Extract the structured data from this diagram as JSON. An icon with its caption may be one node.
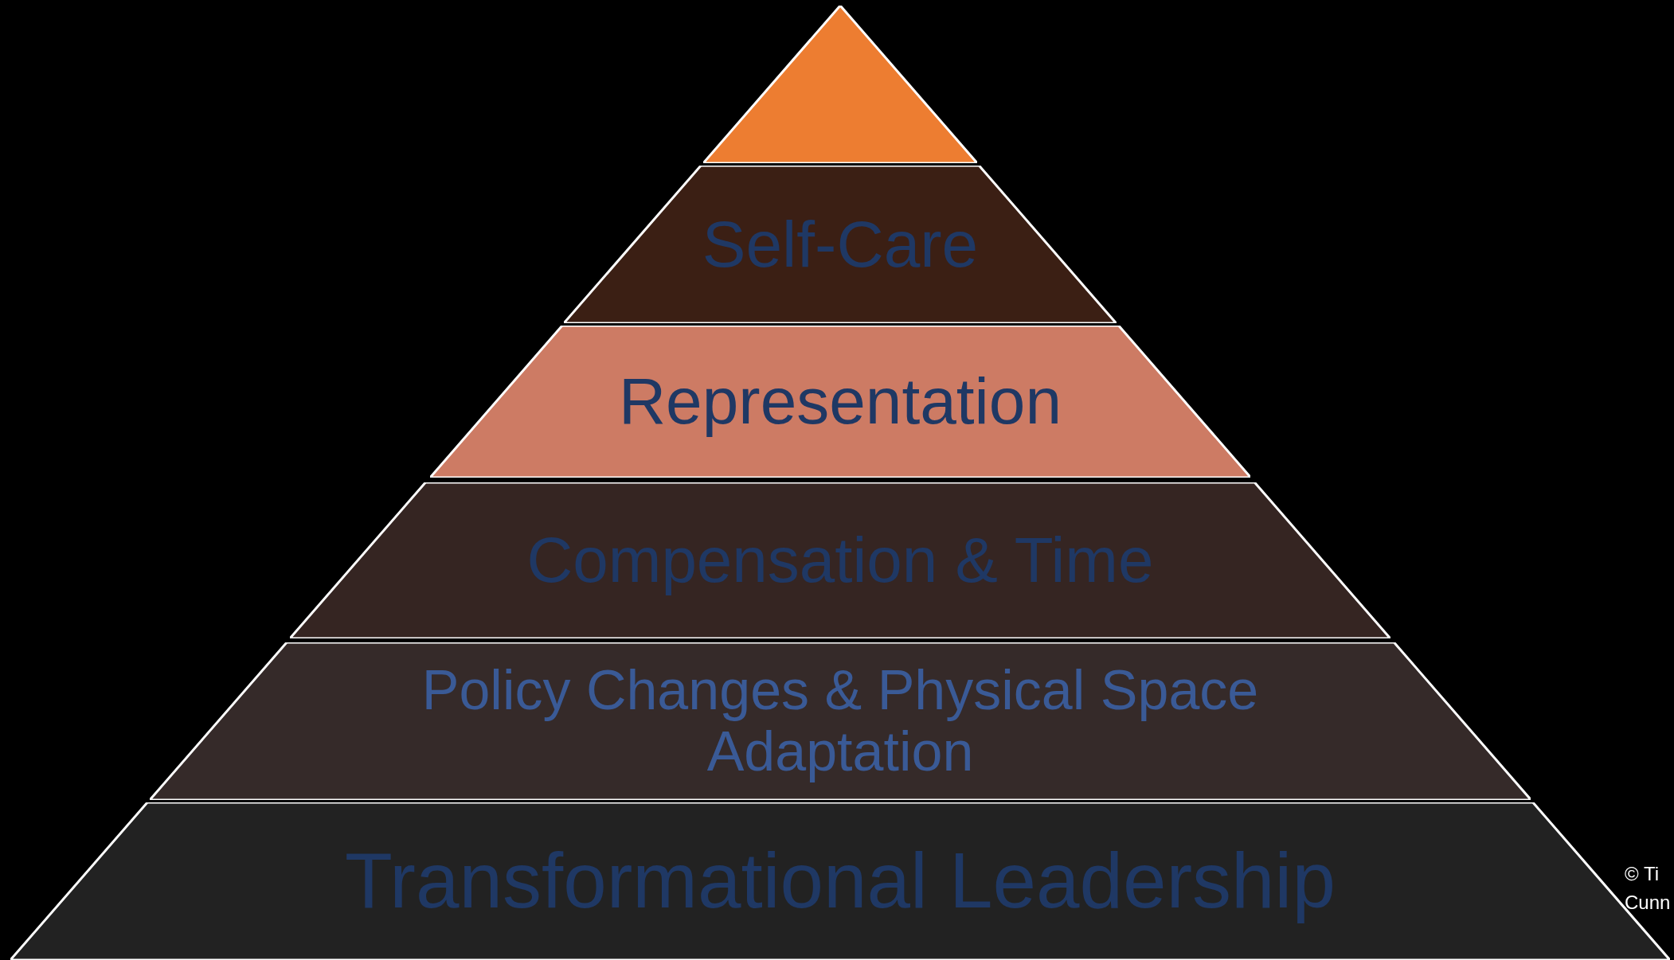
{
  "diagram": {
    "nodes": [
      {
        "text": [],
        "shape": "triangle"
      },
      {
        "text": [
          "Self-Care"
        ]
      },
      {
        "text": [
          "Representation"
        ]
      },
      {
        "text": [
          "Compensation & Time"
        ]
      },
      {
        "text": [
          "Policy Changes & Physical Space Adaptation"
        ]
      },
      {
        "text": [
          "Transformational Leadership"
        ]
      }
    ],
    "labels": [
      "© Ti Cunn"
    ]
  }
}
